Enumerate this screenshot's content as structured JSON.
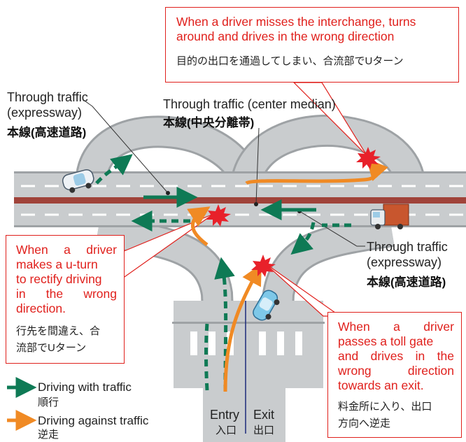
{
  "callouts": {
    "top": {
      "en": "When a driver misses the interchange, turns around and drives in the wrong direction",
      "jp": "目的の出口を通過してしまい、合流部でUターン"
    },
    "left": {
      "en_lines": [
        "When a driver",
        "makes a u-turn",
        "to rectify driving",
        "in the wrong",
        "direction."
      ],
      "jp_lines": [
        "行先を間違え、合",
        "流部でUターン"
      ]
    },
    "right": {
      "en_lines": [
        "When a driver",
        "passes a toll gate",
        "and drives in the",
        "wrong direction",
        "towards an exit."
      ],
      "jp_lines": [
        "料金所に入り、出口",
        "方向へ逆走"
      ]
    }
  },
  "labels": {
    "through_left": {
      "en_lines": [
        "Through traffic",
        "(expressway)"
      ],
      "jp": "本線(高速道路)"
    },
    "through_center": {
      "en": "Through traffic (center median)",
      "jp": "本線(中央分離帯)"
    },
    "through_right": {
      "en_lines": [
        "Through traffic",
        "(expressway)"
      ],
      "jp": "本線(高速道路)"
    },
    "entry": {
      "en": "Entry",
      "jp": "入口"
    },
    "exit": {
      "en": "Exit",
      "jp": "出口"
    }
  },
  "legend": [
    {
      "en": "Driving with traffic",
      "jp": "順行",
      "color": "#0e7a55"
    },
    {
      "en": "Driving against traffic",
      "jp": "逆走",
      "color": "#f08a24"
    }
  ],
  "colors": {
    "road": "#c9ccce",
    "road_dark": "#9ea2a5",
    "median": "#a0433a",
    "with_traffic": "#0e7a55",
    "against_traffic": "#f08a24",
    "callout_border": "#e0201c",
    "car": "#7ec8e8",
    "truck_cargo": "#c8562e"
  },
  "icons": [
    "car-icon",
    "truck-icon",
    "collision-icon"
  ]
}
